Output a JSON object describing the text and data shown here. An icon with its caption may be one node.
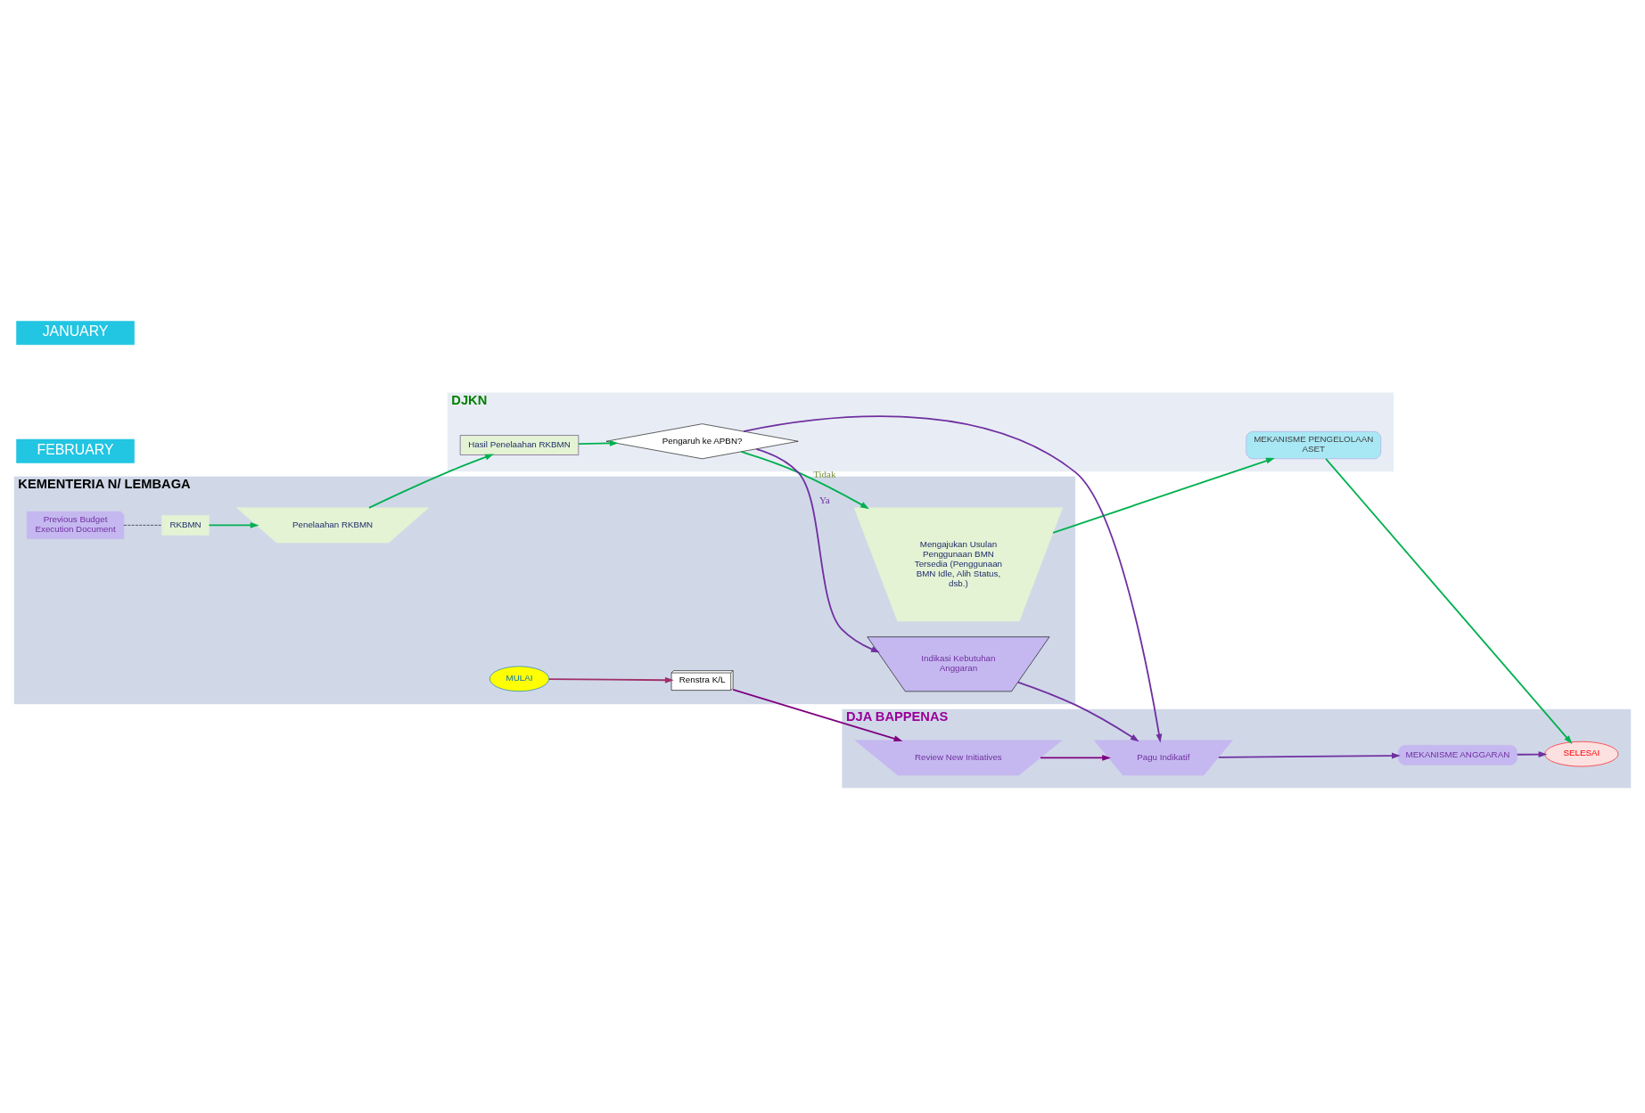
{
  "diagram": {
    "nodes": [
      {
        "text": [
          "KEMENTERIA N/ LEMBAGA"
        ]
      },
      {
        "text": [
          "MULAI"
        ],
        "in": 0
      },
      {
        "text": [
          "Previous Budget Execution Document"
        ],
        "in": 0
      },
      {
        "text": [
          "Renstra K/L"
        ],
        "in": 0
      },
      {
        "text": [
          "RKBMN"
        ],
        "in": 0
      },
      {
        "text": [
          "Penelaahan RKBMN"
        ],
        "in": 0
      },
      {
        "text": [
          "Mengajukan Usulan Penggunaan BMN Tersedia (Penggunaan BMN Idle, Alih Status, dsb.)"
        ],
        "in": 0
      },
      {
        "text": [
          "Indikasi Kebutuhan Anggaran"
        ],
        "in": 0
      },
      {
        "text": [
          "DJKN"
        ]
      },
      {
        "text": [
          "Hasil Penelaahan RKBMN"
        ],
        "in": 8
      },
      {
        "text": [
          "Pengaruh ke APBN?"
        ],
        "in": 8
      },
      {
        "text": [
          "MEKANISME PENGELOLAAN ASET"
        ],
        "in": 8
      },
      {
        "text": [
          "DJA BAPPENAS"
        ]
      },
      {
        "text": [
          "Review New Initiatives"
        ],
        "in": 12
      },
      {
        "text": [
          "Pagu Indikatif"
        ],
        "in": 12
      },
      {
        "text": [
          "MEKANISME ANGGARAN"
        ],
        "in": 12
      },
      {
        "text": [
          "SELESAI"
        ],
        "in": 12
      }
    ],
    "edges": [
      {
        "from": 1,
        "to": 3,
        "arrow": "to",
        "color": "#a0306a"
      },
      {
        "from": 2,
        "to": 4,
        "arrow": "none",
        "style": "dashed",
        "color": "#000000"
      },
      {
        "from": 4,
        "to": 5,
        "arrow": "to"
      },
      {
        "from": 3,
        "to": 13,
        "arrow": "to",
        "color": "#800080"
      },
      {
        "from": 5,
        "to": 9,
        "arrow": "to"
      },
      {
        "from": 9,
        "to": 10,
        "arrow": "to"
      },
      {
        "from": 10,
        "to": 6,
        "arrow": "to",
        "label": "Tidak"
      },
      {
        "from": 10,
        "to": 7,
        "arrow": "to",
        "label": "Ya",
        "color": "#7030a0"
      },
      {
        "from": 10,
        "to": 14,
        "arrow": "to",
        "color": "#7030a0"
      },
      {
        "from": 7,
        "to": 14,
        "arrow": "to",
        "color": "#7030a0"
      },
      {
        "from": 6,
        "to": 11,
        "arrow": "to"
      },
      {
        "from": 11,
        "to": 16,
        "arrow": "to"
      },
      {
        "from": 13,
        "to": 14,
        "arrow": "to",
        "color": "#800080"
      },
      {
        "from": 14,
        "to": 15,
        "arrow": "to",
        "color": "#7030a0"
      },
      {
        "from": 15,
        "to": 16,
        "arrow": "to",
        "color": "#7030a0"
      }
    ],
    "labels": [
      "JANUARY",
      "FEBRUARY"
    ]
  }
}
